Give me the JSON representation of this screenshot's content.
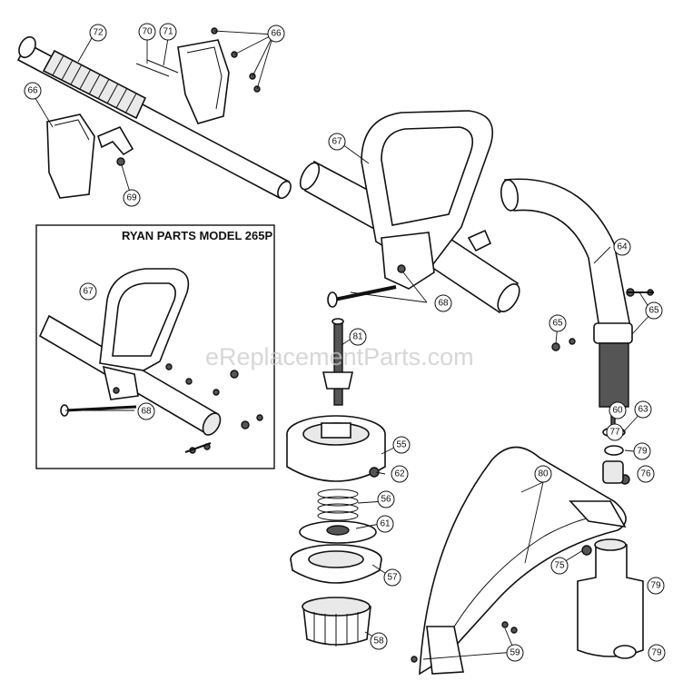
{
  "inset": {
    "title": "RYAN PARTS MODEL 265P"
  },
  "watermark": {
    "text": "eReplacementParts.com"
  },
  "callouts": {
    "c72": "72",
    "c70": "70",
    "c71": "71",
    "c66a": "66",
    "c66b": "66",
    "c69": "69",
    "c67a": "67",
    "c67b": "67",
    "c68a": "68",
    "c68b": "68",
    "c64": "64",
    "c65a": "65",
    "c65b": "65",
    "c81": "81",
    "c55": "55",
    "c62": "62",
    "c56": "56",
    "c61": "61",
    "c57": "57",
    "c58": "58",
    "c80": "80",
    "c60": "60",
    "c63": "63",
    "c77": "77",
    "c79a": "79",
    "c76": "76",
    "c75": "75",
    "c79b": "79",
    "c79c": "79",
    "c59": "59"
  }
}
